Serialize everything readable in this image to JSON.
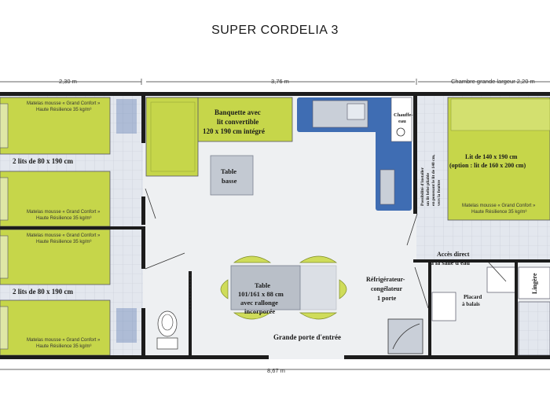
{
  "title": "SUPER CORDELIA 3",
  "dimensions": {
    "left_room_width": "2,30 m",
    "middle_width": "3,76 m",
    "right_room": "Chambre grande largeur 2,20 m",
    "total_length": "8,67 m"
  },
  "rooms": {
    "bedroom_top": {
      "mattress_line1": "Matelas mousse « Grand Confort »",
      "mattress_line2": "Haute Résilience 35 kg/m³",
      "beds": "2 lits de 80 x 190 cm",
      "mattress2_line1": "Matelas mousse « Grand Confort »",
      "mattress2_line2": "Haute Résilience 35 kg/m³"
    },
    "bedroom_bottom": {
      "mattress_line1": "Matelas mousse « Grand Confort »",
      "mattress_line2": "Haute Résilience 35 kg/m³",
      "beds": "2 lits de 80 x 190 cm",
      "mattress2_line1": "Matelas mousse « Grand Confort »",
      "mattress2_line2": "Haute Résilience 35 kg/m³"
    },
    "living": {
      "sofa_line1": "Banquette avec",
      "sofa_line2": "lit convertible",
      "sofa_line3": "120 x 190 cm intégré",
      "coffee_line1": "Table",
      "coffee_line2": "basse",
      "table_line1": "Table",
      "table_line2": "101/161 x 88 cm",
      "table_line3": "avec rallonge",
      "table_line4": "incorporée",
      "entrance": "Grande porte d'entrée",
      "fridge_line1": "Réfrigérateur-",
      "fridge_line2": "congélateur",
      "fridge_line3": "1 porte"
    },
    "kitchen": {
      "heater_line1": "Chauffe-",
      "heater_line2": "eau"
    },
    "master": {
      "bed_line1": "Lit de 140 x 190 cm",
      "bed_line2": "(option : lit de 160 x 200 cm)",
      "mattress_line1": "Matelas mousse « Grand Confort »",
      "mattress_line2": "Haute Résilience 35 kg/m³",
      "cot_line1": "Possibilité d'installer",
      "cot_line2": "un lit bébé pliable",
      "cot_line3": "en poussant le lit de 140 cm,",
      "cot_line4": "vers la fenêtre"
    },
    "bath": {
      "access_line1": "Accès direct",
      "access_line2": "à la salle d'eau",
      "closet_line1": "Placard",
      "closet_line2": "à balais",
      "linen": "Lingère"
    }
  },
  "colors": {
    "bed_green": "#c6d64a",
    "wall": "#1c1c1c",
    "floor": "#eef0f2",
    "tile": "#dfe3ea",
    "kitchen_blue": "#3f6db3",
    "chair_green": "#cfdc5a",
    "table_gray": "#b9bfc8"
  }
}
